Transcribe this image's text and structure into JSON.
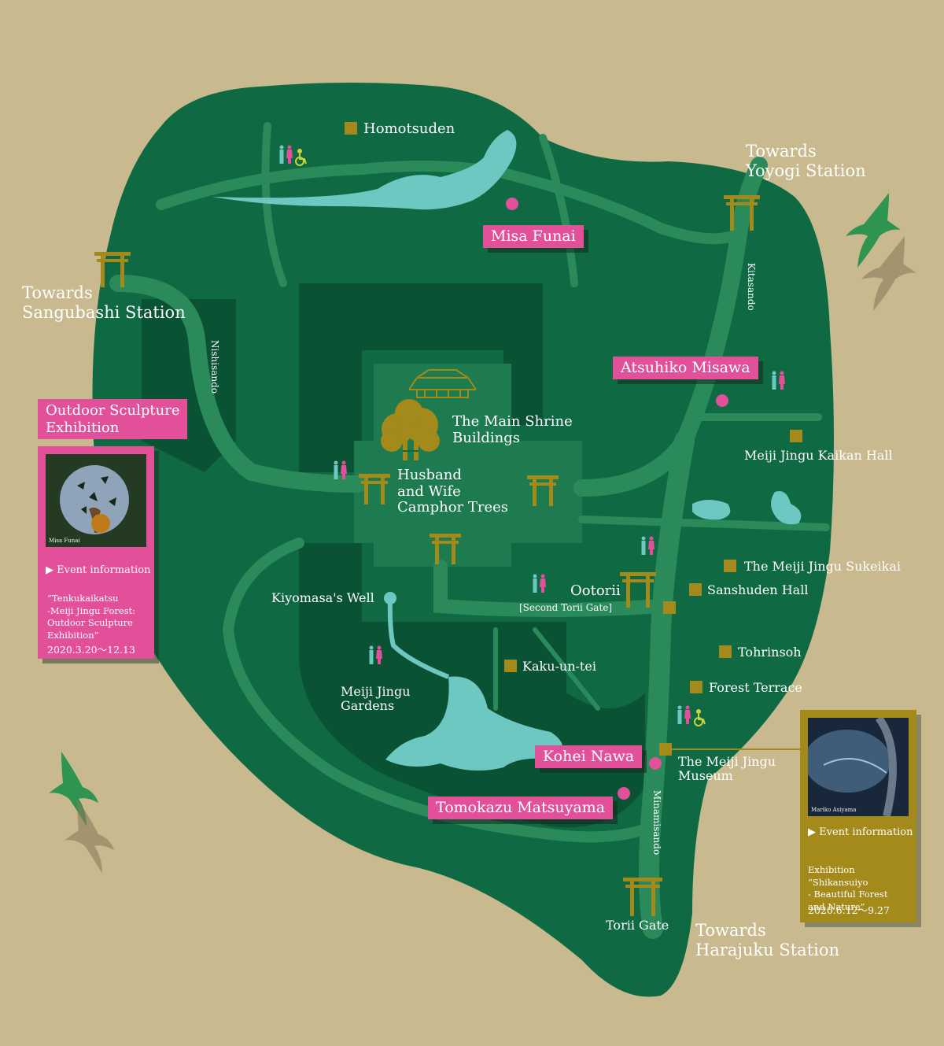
{
  "colors": {
    "background": "#c8b98f",
    "forest": "#0f6a44",
    "forest_dark": "#0a5234",
    "road": "#2a8a5a",
    "water": "#6cc8c0",
    "gold": "#a38a1a",
    "pink": "#e2509a"
  },
  "labels": {
    "homotsuden": "Homotsuden",
    "towards_yoyogi": [
      "Towards",
      "Yoyogi Station"
    ],
    "towards_sangubashi": [
      "Towards",
      "Sangubashi Station"
    ],
    "towards_harajuku": [
      "Towards",
      "Harajuku Station"
    ],
    "kitasando": "Kitasando",
    "nishisando": "Nishisando",
    "minamisando": "Minamisando",
    "main_shrine": [
      "The Main Shrine",
      "Buildings"
    ],
    "camphor": [
      "Husband",
      "and Wife",
      "Camphor Trees"
    ],
    "kaikan": "Meiji Jingu Kaikan Hall",
    "sukeikai": "The Meiji Jingu Sukeikai",
    "sanshuden": "Sanshuden Hall",
    "ootorii": "Ootorii",
    "second_torii": "[Second Torii Gate]",
    "tohrinsoh": "Tohrinsoh",
    "forest_terrace": "Forest Terrace",
    "kiyomasa": "Kiyomasa's Well",
    "kakuuntei": "Kaku-un-tei",
    "gardens": [
      "Meiji Jingu",
      "Gardens"
    ],
    "museum": [
      "The Meiji Jingu",
      "Museum"
    ],
    "torii_gate": "Torii Gate"
  },
  "artists": {
    "misa_funai": "Misa Funai",
    "atsuhiko_misawa": "Atsuhiko Misawa",
    "kohei_nawa": "Kohei Nawa",
    "tomokazu_matsuyama": "Tomokazu Matsuyama"
  },
  "left_panel": {
    "title": [
      "Outdoor Sculpture",
      "Exhibition"
    ],
    "photo_credit": "Misa Funai",
    "event_link": "Event information",
    "description": [
      "“Tenkukaikatsu",
      "-Meiji Jingu Forest:",
      "Outdoor Sculpture",
      "Exhibition”"
    ],
    "date": "2020.3.20～12.13"
  },
  "right_panel": {
    "photo_credit": "Mariko Asiyama",
    "event_link": "Event information",
    "description": [
      "Exhibition “Shikansuiyo",
      "- Beautiful Forest",
      "and Nature”"
    ],
    "date": "2020.6.12～9.27"
  }
}
